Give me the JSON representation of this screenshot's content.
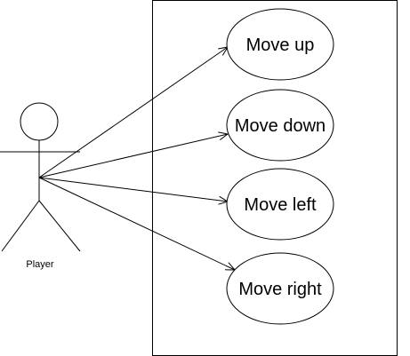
{
  "diagram": {
    "actor": {
      "name": "Player"
    },
    "use_cases": [
      {
        "label": "Move up"
      },
      {
        "label": "Move down"
      },
      {
        "label": "Move left"
      },
      {
        "label": "Move right"
      }
    ],
    "colors": {
      "stroke": "#000000",
      "fill": "#ffffff"
    }
  }
}
